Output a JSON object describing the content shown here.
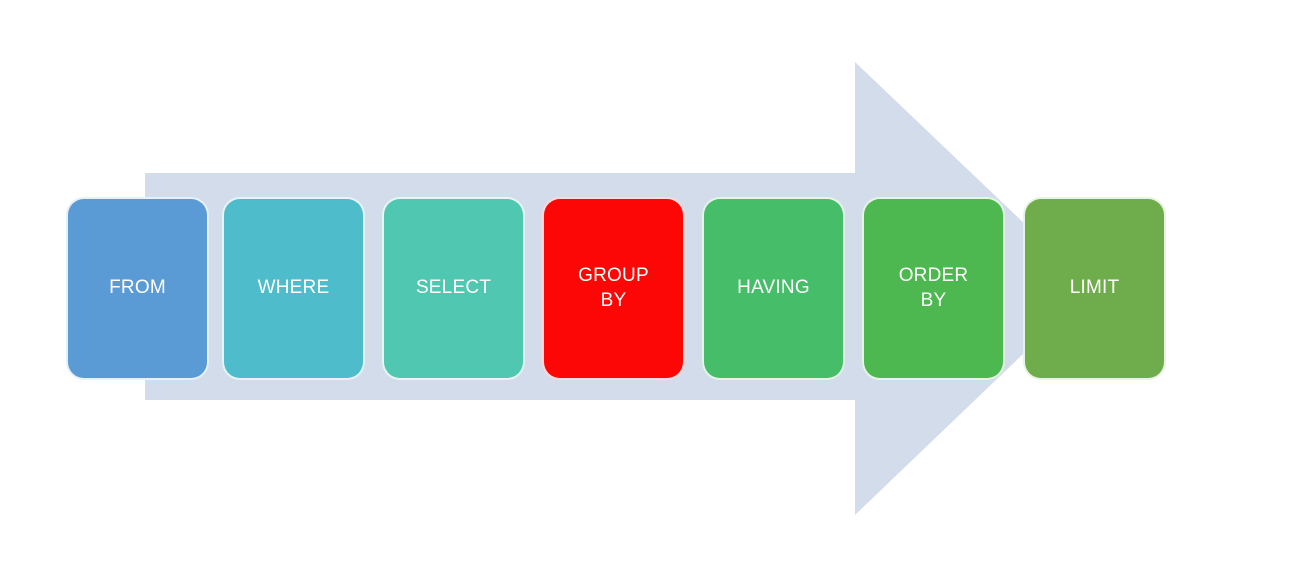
{
  "diagram": {
    "description": "SQL query clause execution order flow",
    "colors": {
      "arrow": "#D3DCEB",
      "text": "#FFFFFF",
      "background": "#FFFFFF"
    },
    "steps": [
      {
        "id": "from",
        "lines": [
          "FROM"
        ],
        "color": "#5B9BD5"
      },
      {
        "id": "where",
        "lines": [
          "WHERE"
        ],
        "color": "#4EBCCB"
      },
      {
        "id": "select",
        "lines": [
          "SELECT"
        ],
        "color": "#50C7B0"
      },
      {
        "id": "group-by",
        "lines": [
          "GROUP",
          "BY"
        ],
        "color": "#FC0606"
      },
      {
        "id": "having",
        "lines": [
          "HAVING"
        ],
        "color": "#46BD68"
      },
      {
        "id": "order-by",
        "lines": [
          "ORDER",
          "BY"
        ],
        "color": "#4DB84F"
      },
      {
        "id": "limit",
        "lines": [
          "LIMIT"
        ],
        "color": "#6FAC4B"
      }
    ]
  }
}
